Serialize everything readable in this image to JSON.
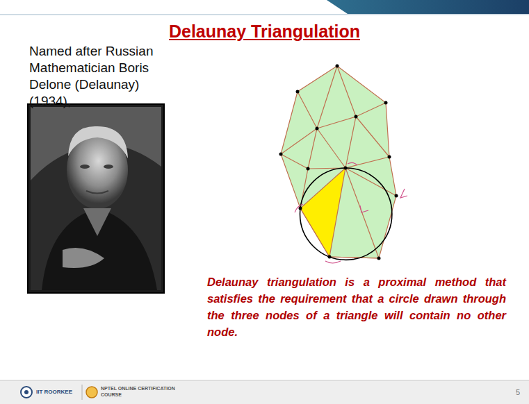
{
  "diagram": {
    "title": "Delaunay Triangulation",
    "labels": [
      "Named after Russian Mathematician Boris Delone (Delaunay) (1934),",
      "Delaunay triangulation is a proximal method that satisfies the requirement that a circle drawn through the three nodes of a triangle will contain no other node.",
      "IIT ROORKEE",
      "NPTEL ONLINE CERTIFICATION COURSE",
      "5"
    ]
  }
}
